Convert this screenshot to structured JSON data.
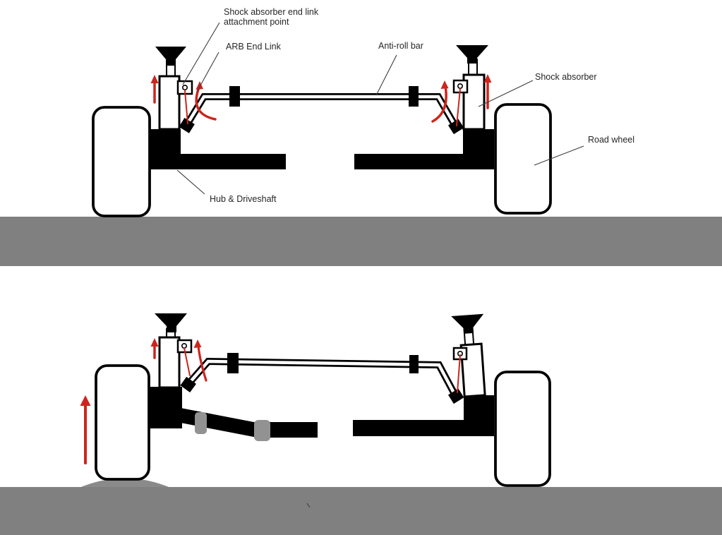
{
  "colors": {
    "red": "#cd251d",
    "ground": "#808080",
    "bump": "#8a8a8a",
    "joint": "#929292",
    "ink": "#000000",
    "paper": "#ffffff",
    "labeltext": "#262626",
    "pointer": "#3c3c3c"
  },
  "labels": {
    "attachment_point_line1": "Shock absorber end link",
    "attachment_point_line2": "attachment point",
    "arb_end_link": "ARB End Link",
    "anti_roll_bar": "Anti-roll bar",
    "shock_absorber": "Shock absorber",
    "road_wheel": "Road wheel",
    "hub_driveshaft": "Hub & Driveshaft"
  }
}
